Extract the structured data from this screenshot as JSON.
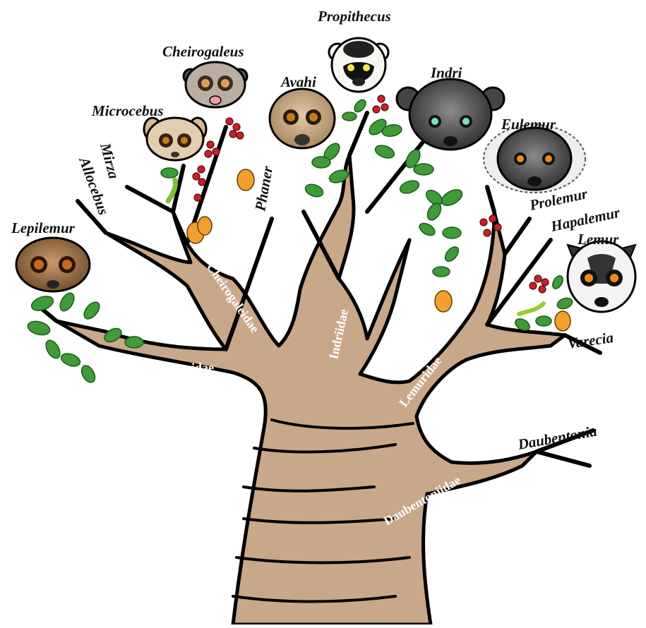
{
  "genera": {
    "propithecus": "Propithecus",
    "cheirogaleus": "Cheirogaleus",
    "avahi": "Avahi",
    "indri": "Indri",
    "microcebus": "Microcebus",
    "eulemur": "Eulemur",
    "mirza": "Mirza",
    "allocebus": "Allocebus",
    "phaner": "Phaner",
    "prolemur": "Prolemur",
    "hapalemur": "Hapalemur",
    "lepilemur": "Lepilemur",
    "lemur": "Lemur",
    "varecia": "Varecia",
    "daubentonia": "Daubentonia"
  },
  "families": {
    "cheirogaleidae": "Cheirogaleidae",
    "lepilemuridae": "Lepilemuridae",
    "indriidae": "Indriidae",
    "lemuridae": "Lemuridae",
    "daubentoniidae": "Daubentoniidae"
  },
  "colors": {
    "trunk": "#c9a789",
    "trunk_shade": "#b08a6c",
    "leaf": "#3e9b37",
    "berry": "#c8202a",
    "fruit": "#f0a030",
    "outline": "#000000"
  }
}
